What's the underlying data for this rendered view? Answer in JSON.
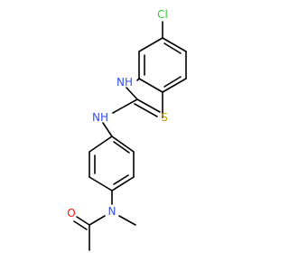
{
  "structure": {
    "atoms": [
      {
        "id": "Cl",
        "label": "Cl",
        "color": "#33cc33"
      },
      {
        "id": "NH1",
        "label": "NH",
        "color": "#3050f8"
      },
      {
        "id": "S",
        "label": "S",
        "color": "#c8a000"
      },
      {
        "id": "NH2",
        "label": "NH",
        "color": "#3050f8"
      },
      {
        "id": "O",
        "label": "O",
        "color": "#ff0d0d"
      },
      {
        "id": "N",
        "label": "N",
        "color": "#3050f8"
      }
    ]
  }
}
